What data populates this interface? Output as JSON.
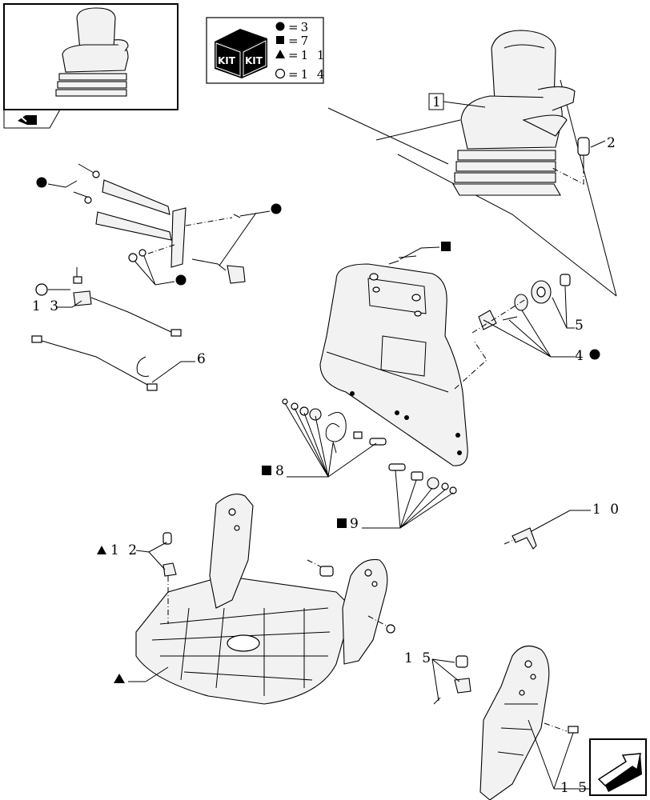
{
  "legend": {
    "kit_icon_text_left": "KIT",
    "kit_icon_text_right": "KIT",
    "entries": [
      {
        "symbol": "filled-circle",
        "text": "=3"
      },
      {
        "symbol": "filled-square",
        "text": "=7"
      },
      {
        "symbol": "filled-triangle",
        "text": "=1 1"
      },
      {
        "symbol": "open-circle",
        "text": "=1 4"
      }
    ]
  },
  "callouts": {
    "item_1": "1",
    "item_2": "2",
    "item_4": "4",
    "item_5": "5",
    "item_6": "6",
    "item_8": "8",
    "item_9": "9",
    "item_10": "1 0",
    "item_12": "1 2",
    "item_13": "1 3",
    "item_15_upper": "1 5",
    "item_15_lower": "1 5"
  },
  "colors": {
    "line": "#000000",
    "background": "#ffffff",
    "part_fill": "#f2f2f2"
  }
}
